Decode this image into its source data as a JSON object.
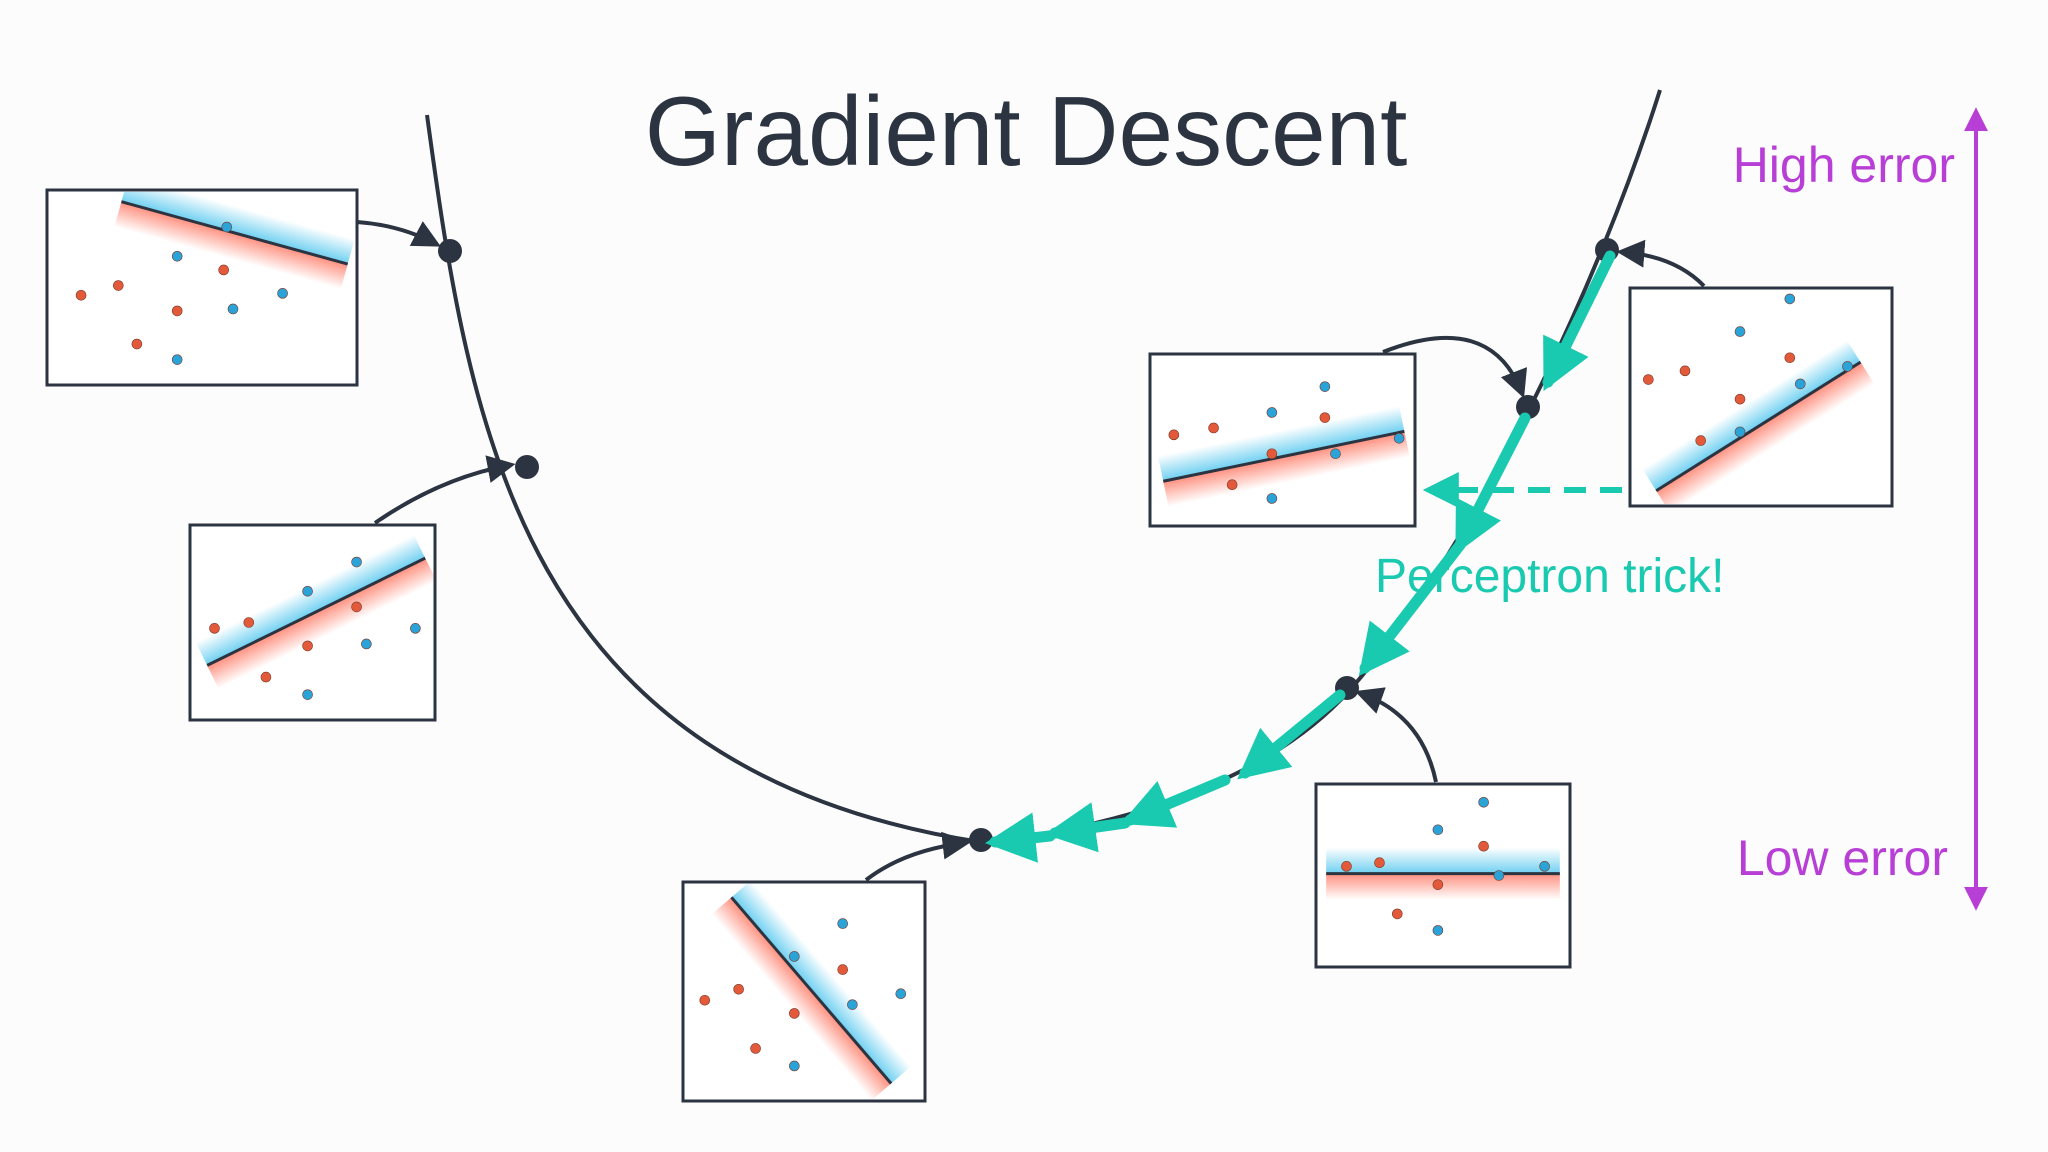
{
  "title": "Gradient Descent",
  "error_axis": {
    "high_label": "High error",
    "low_label": "Low error"
  },
  "annotation": "Perceptron trick!",
  "colors": {
    "text_dark": "#2b3440",
    "curve": "#2b3440",
    "purple": "#b83fd6",
    "teal": "#19c9b0",
    "red_point": "#e35a3a",
    "blue_point": "#2aa3d8",
    "red_glow": "#ff8a78",
    "blue_glow": "#66cdf0"
  },
  "panels": [
    {
      "id": "panel-1",
      "points": [
        {
          "c": "blue",
          "x": 0.58,
          "y": 0.19
        },
        {
          "c": "blue",
          "x": 0.42,
          "y": 0.34
        },
        {
          "c": "blue",
          "x": 0.6,
          "y": 0.61
        },
        {
          "c": "blue",
          "x": 0.76,
          "y": 0.53
        },
        {
          "c": "blue",
          "x": 0.42,
          "y": 0.87
        },
        {
          "c": "red",
          "x": 0.11,
          "y": 0.54
        },
        {
          "c": "red",
          "x": 0.23,
          "y": 0.49
        },
        {
          "c": "red",
          "x": 0.57,
          "y": 0.41
        },
        {
          "c": "red",
          "x": 0.42,
          "y": 0.62
        },
        {
          "c": "red",
          "x": 0.29,
          "y": 0.79
        }
      ]
    },
    {
      "id": "panel-2",
      "points": [
        {
          "c": "blue",
          "x": 0.68,
          "y": 0.19
        },
        {
          "c": "blue",
          "x": 0.48,
          "y": 0.34
        },
        {
          "c": "blue",
          "x": 0.72,
          "y": 0.61
        },
        {
          "c": "blue",
          "x": 0.92,
          "y": 0.53
        },
        {
          "c": "blue",
          "x": 0.48,
          "y": 0.87
        },
        {
          "c": "red",
          "x": 0.1,
          "y": 0.53
        },
        {
          "c": "red",
          "x": 0.24,
          "y": 0.5
        },
        {
          "c": "red",
          "x": 0.68,
          "y": 0.42
        },
        {
          "c": "red",
          "x": 0.48,
          "y": 0.62
        },
        {
          "c": "red",
          "x": 0.31,
          "y": 0.78
        }
      ]
    },
    {
      "id": "panel-3",
      "points": [
        {
          "c": "blue",
          "x": 0.66,
          "y": 0.19
        },
        {
          "c": "blue",
          "x": 0.46,
          "y": 0.34
        },
        {
          "c": "blue",
          "x": 0.7,
          "y": 0.58
        },
        {
          "c": "blue",
          "x": 0.94,
          "y": 0.49
        },
        {
          "c": "blue",
          "x": 0.46,
          "y": 0.84
        },
        {
          "c": "red",
          "x": 0.09,
          "y": 0.47
        },
        {
          "c": "red",
          "x": 0.24,
          "y": 0.43
        },
        {
          "c": "red",
          "x": 0.66,
          "y": 0.37
        },
        {
          "c": "red",
          "x": 0.46,
          "y": 0.58
        },
        {
          "c": "red",
          "x": 0.31,
          "y": 0.76
        }
      ]
    },
    {
      "id": "panel-4",
      "points": [
        {
          "c": "blue",
          "x": 0.61,
          "y": 0.05
        },
        {
          "c": "blue",
          "x": 0.42,
          "y": 0.2
        },
        {
          "c": "blue",
          "x": 0.65,
          "y": 0.44
        },
        {
          "c": "blue",
          "x": 0.83,
          "y": 0.36
        },
        {
          "c": "blue",
          "x": 0.42,
          "y": 0.66
        },
        {
          "c": "red",
          "x": 0.07,
          "y": 0.42
        },
        {
          "c": "red",
          "x": 0.21,
          "y": 0.38
        },
        {
          "c": "red",
          "x": 0.61,
          "y": 0.32
        },
        {
          "c": "red",
          "x": 0.42,
          "y": 0.51
        },
        {
          "c": "red",
          "x": 0.27,
          "y": 0.7
        }
      ]
    },
    {
      "id": "panel-5",
      "points": [
        {
          "c": "blue",
          "x": 0.66,
          "y": 0.1
        },
        {
          "c": "blue",
          "x": 0.48,
          "y": 0.25
        },
        {
          "c": "blue",
          "x": 0.72,
          "y": 0.5
        },
        {
          "c": "blue",
          "x": 0.9,
          "y": 0.45
        },
        {
          "c": "blue",
          "x": 0.48,
          "y": 0.8
        },
        {
          "c": "red",
          "x": 0.12,
          "y": 0.45
        },
        {
          "c": "red",
          "x": 0.25,
          "y": 0.43
        },
        {
          "c": "red",
          "x": 0.66,
          "y": 0.34
        },
        {
          "c": "red",
          "x": 0.48,
          "y": 0.55
        },
        {
          "c": "red",
          "x": 0.32,
          "y": 0.71
        }
      ]
    },
    {
      "id": "panel-6",
      "points": [
        {
          "c": "blue",
          "x": 0.66,
          "y": 0.19
        },
        {
          "c": "blue",
          "x": 0.46,
          "y": 0.34
        },
        {
          "c": "blue",
          "x": 0.7,
          "y": 0.56
        },
        {
          "c": "blue",
          "x": 0.9,
          "y": 0.51
        },
        {
          "c": "blue",
          "x": 0.46,
          "y": 0.84
        },
        {
          "c": "red",
          "x": 0.09,
          "y": 0.54
        },
        {
          "c": "red",
          "x": 0.23,
          "y": 0.49
        },
        {
          "c": "red",
          "x": 0.66,
          "y": 0.4
        },
        {
          "c": "red",
          "x": 0.46,
          "y": 0.6
        },
        {
          "c": "red",
          "x": 0.3,
          "y": 0.76
        }
      ]
    }
  ]
}
